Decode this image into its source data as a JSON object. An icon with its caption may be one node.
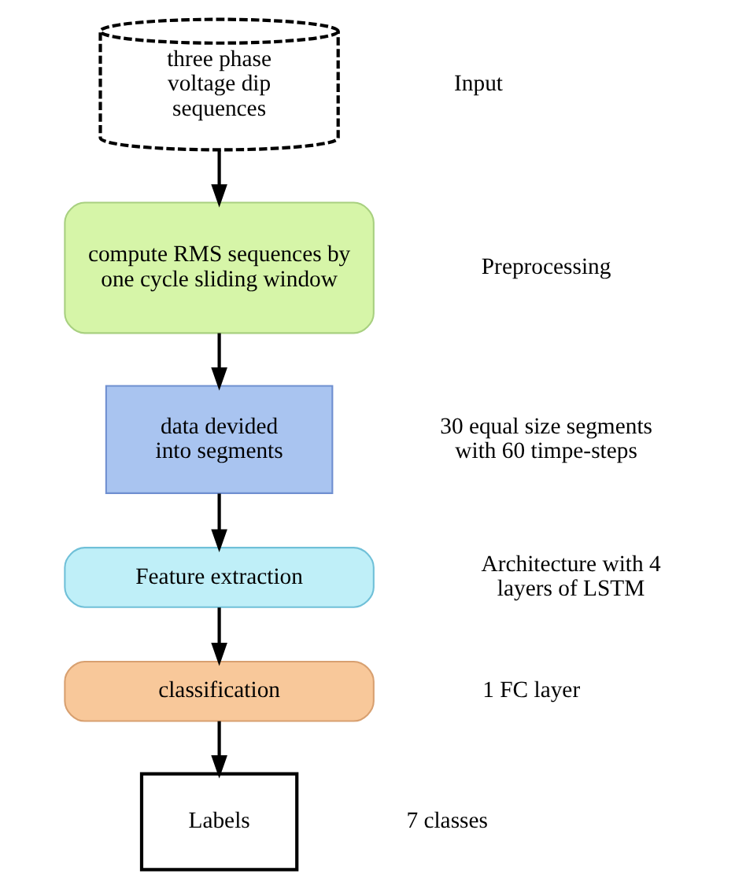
{
  "diagram": {
    "nodes": [
      {
        "text": [
          "three phase voltage dip sequences"
        ]
      },
      {
        "text": [
          "compute RMS sequences by one cycle sliding window"
        ]
      },
      {
        "text": [
          "data devided into segments"
        ]
      },
      {
        "text": [
          "Feature extraction"
        ]
      },
      {
        "text": [
          "classification"
        ]
      },
      {
        "text": [
          "Labels"
        ]
      }
    ],
    "edges": [
      {
        "from": 0,
        "to": 1,
        "arrow": "to"
      },
      {
        "from": 1,
        "to": 2,
        "arrow": "to"
      },
      {
        "from": 2,
        "to": 3,
        "arrow": "to"
      },
      {
        "from": 3,
        "to": 4,
        "arrow": "to"
      },
      {
        "from": 4,
        "to": 5,
        "arrow": "to"
      }
    ],
    "labels": [
      "Input",
      "Preprocessing",
      "30 equal size segments with 60 timpe-steps",
      "Architecture with 4 layers of LSTM",
      "1 FC layer",
      "7 classes"
    ]
  }
}
